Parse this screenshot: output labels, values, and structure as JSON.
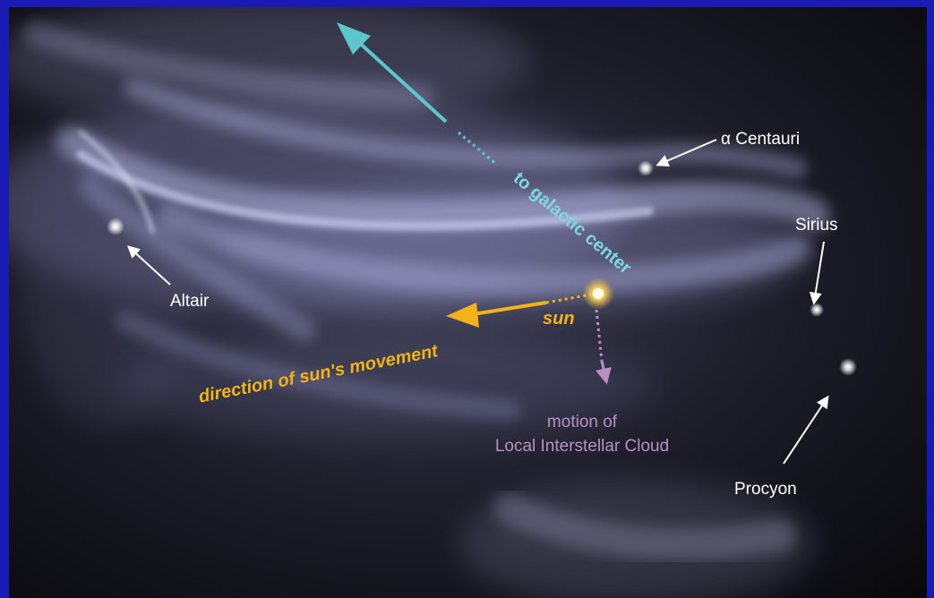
{
  "labels": {
    "alpha_centauri": "α Centauri",
    "sirius": "Sirius",
    "altair": "Altair",
    "procyon": "Procyon",
    "sun": "sun",
    "galactic_center": "to galactic center",
    "direction": "direction of sun's movement",
    "cloud_line1": "motion of",
    "cloud_line2": "Local Interstellar Cloud"
  },
  "colors": {
    "frame": "#1a1ab4",
    "galactic_arrow": "#5cc6cc",
    "sun_arrow": "#f3b21a",
    "cloud_arrow": "#b98fc5",
    "star_arrow": "#ffffff"
  }
}
